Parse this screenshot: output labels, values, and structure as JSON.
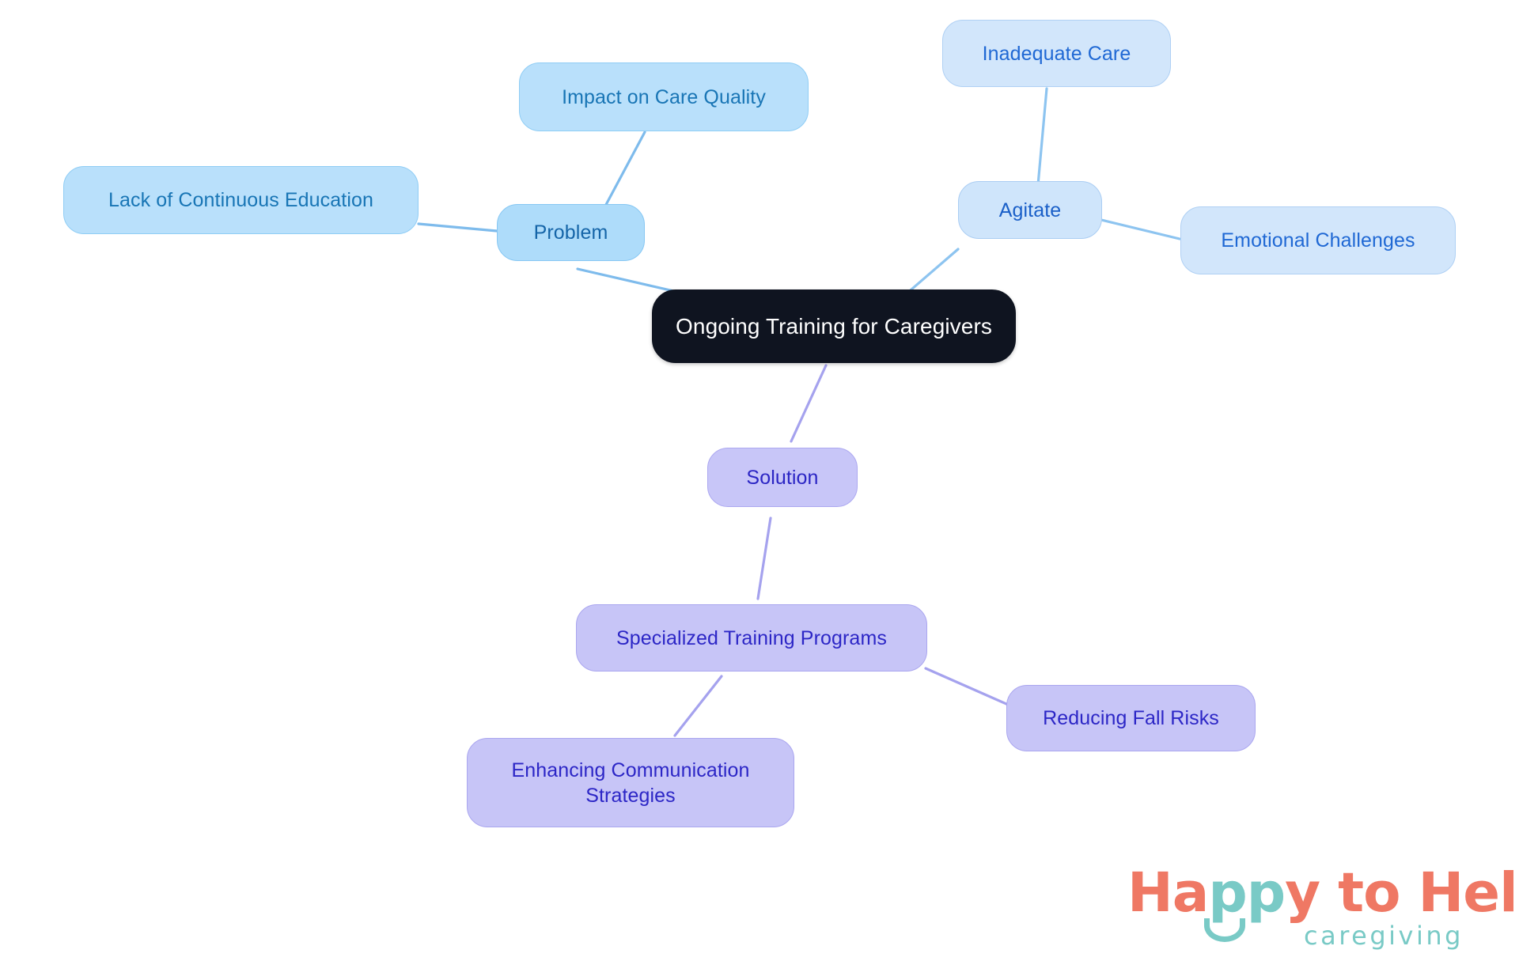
{
  "diagram": {
    "type": "mindmap",
    "title": "Ongoing Training for Caregivers",
    "background_color": "#ffffff",
    "root": {
      "id": "root",
      "label": "Ongoing Training for Caregivers",
      "fill_color": "#0f1420",
      "text_color": "#ffffff"
    },
    "branches": [
      {
        "id": "problem",
        "label": "Problem",
        "fill_color": "#aedcfa",
        "text_color": "#1565a8",
        "children": [
          {
            "id": "impact-on-care-quality",
            "label": "Impact on Care Quality",
            "fill_color": "#b9e0fb",
            "text_color": "#1875b5"
          },
          {
            "id": "lack-of-continuous-education",
            "label": "Lack of Continuous Education",
            "fill_color": "#b9e0fb",
            "text_color": "#1875b5"
          }
        ]
      },
      {
        "id": "agitate",
        "label": "Agitate",
        "fill_color": "#cfe5fb",
        "text_color": "#1a5fc8",
        "children": [
          {
            "id": "inadequate-care",
            "label": "Inadequate Care",
            "fill_color": "#d2e6fb",
            "text_color": "#1f68d4"
          },
          {
            "id": "emotional-challenges",
            "label": "Emotional Challenges",
            "fill_color": "#d2e6fb",
            "text_color": "#1f68d4"
          }
        ]
      },
      {
        "id": "solution",
        "label": "Solution",
        "fill_color": "#c8c6f8",
        "text_color": "#2b25c4",
        "children": [
          {
            "id": "specialized-training-programs",
            "label": "Specialized Training Programs",
            "fill_color": "#c7c5f7",
            "text_color": "#2c26c6",
            "children": [
              {
                "id": "enhancing-communication-strategies",
                "label": "Enhancing Communication\nStrategies",
                "fill_color": "#c7c5f7",
                "text_color": "#2c26c6"
              },
              {
                "id": "reducing-fall-risks",
                "label": "Reducing Fall Risks",
                "fill_color": "#c7c5f7",
                "text_color": "#2c26c6"
              }
            ]
          }
        ]
      }
    ],
    "edges": [
      {
        "from": "problem",
        "to": "root",
        "color": "#7ebbec"
      },
      {
        "from": "problem",
        "to": "impact-on-care-quality",
        "color": "#7ebbec"
      },
      {
        "from": "problem",
        "to": "lack-of-continuous-education",
        "color": "#7ebbec"
      },
      {
        "from": "agitate",
        "to": "root",
        "color": "#8dc4f0"
      },
      {
        "from": "agitate",
        "to": "inadequate-care",
        "color": "#8dc4f0"
      },
      {
        "from": "agitate",
        "to": "emotional-challenges",
        "color": "#8dc4f0"
      },
      {
        "from": "solution",
        "to": "root",
        "color": "#a5a2ee"
      },
      {
        "from": "solution",
        "to": "specialized-training-programs",
        "color": "#a5a2ee"
      },
      {
        "from": "specialized-training-programs",
        "to": "enhancing-communication-strategies",
        "color": "#a5a2ee"
      },
      {
        "from": "specialized-training-programs",
        "to": "reducing-fall-risks",
        "color": "#a5a2ee"
      }
    ]
  },
  "logo": {
    "word_one": "Ha",
    "word_pp": "pp",
    "word_two": "y to Hel",
    "word_p": "p",
    "tagline": "caregiving",
    "coral_color": "#ef7864",
    "teal_color": "#79cac6"
  }
}
